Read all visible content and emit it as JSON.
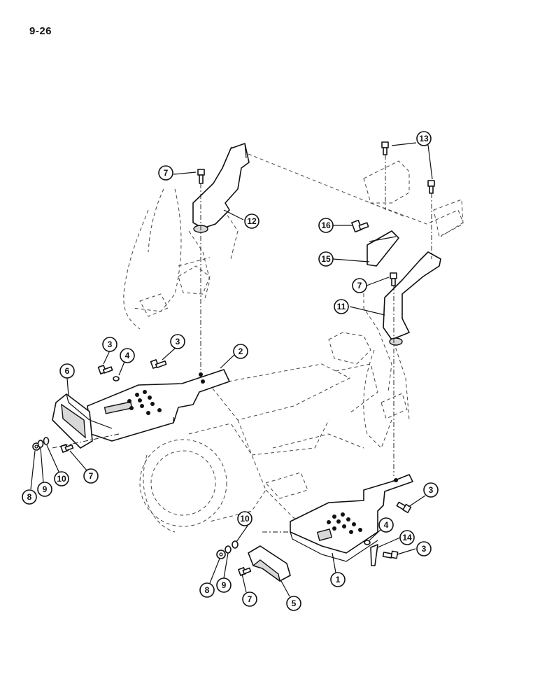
{
  "page": {
    "number": "9-26"
  },
  "diagram": {
    "callouts": [
      {
        "id": "c7a",
        "label": "7"
      },
      {
        "id": "c12",
        "label": "12"
      },
      {
        "id": "c13",
        "label": "13"
      },
      {
        "id": "c16",
        "label": "16"
      },
      {
        "id": "c15",
        "label": "15"
      },
      {
        "id": "c7b",
        "label": "7"
      },
      {
        "id": "c11",
        "label": "11"
      },
      {
        "id": "c3a",
        "label": "3"
      },
      {
        "id": "c4a",
        "label": "4"
      },
      {
        "id": "c3b",
        "label": "3"
      },
      {
        "id": "c2",
        "label": "2"
      },
      {
        "id": "c6",
        "label": "6"
      },
      {
        "id": "c8a",
        "label": "8"
      },
      {
        "id": "c9a",
        "label": "9"
      },
      {
        "id": "c10a",
        "label": "10"
      },
      {
        "id": "c7c",
        "label": "7"
      },
      {
        "id": "c3c",
        "label": "3"
      },
      {
        "id": "c10b",
        "label": "10"
      },
      {
        "id": "c4b",
        "label": "4"
      },
      {
        "id": "c14",
        "label": "14"
      },
      {
        "id": "c3d",
        "label": "3"
      },
      {
        "id": "c8b",
        "label": "8"
      },
      {
        "id": "c9b",
        "label": "9"
      },
      {
        "id": "c7d",
        "label": "7"
      },
      {
        "id": "c1",
        "label": "1"
      },
      {
        "id": "c5",
        "label": "5"
      }
    ]
  }
}
